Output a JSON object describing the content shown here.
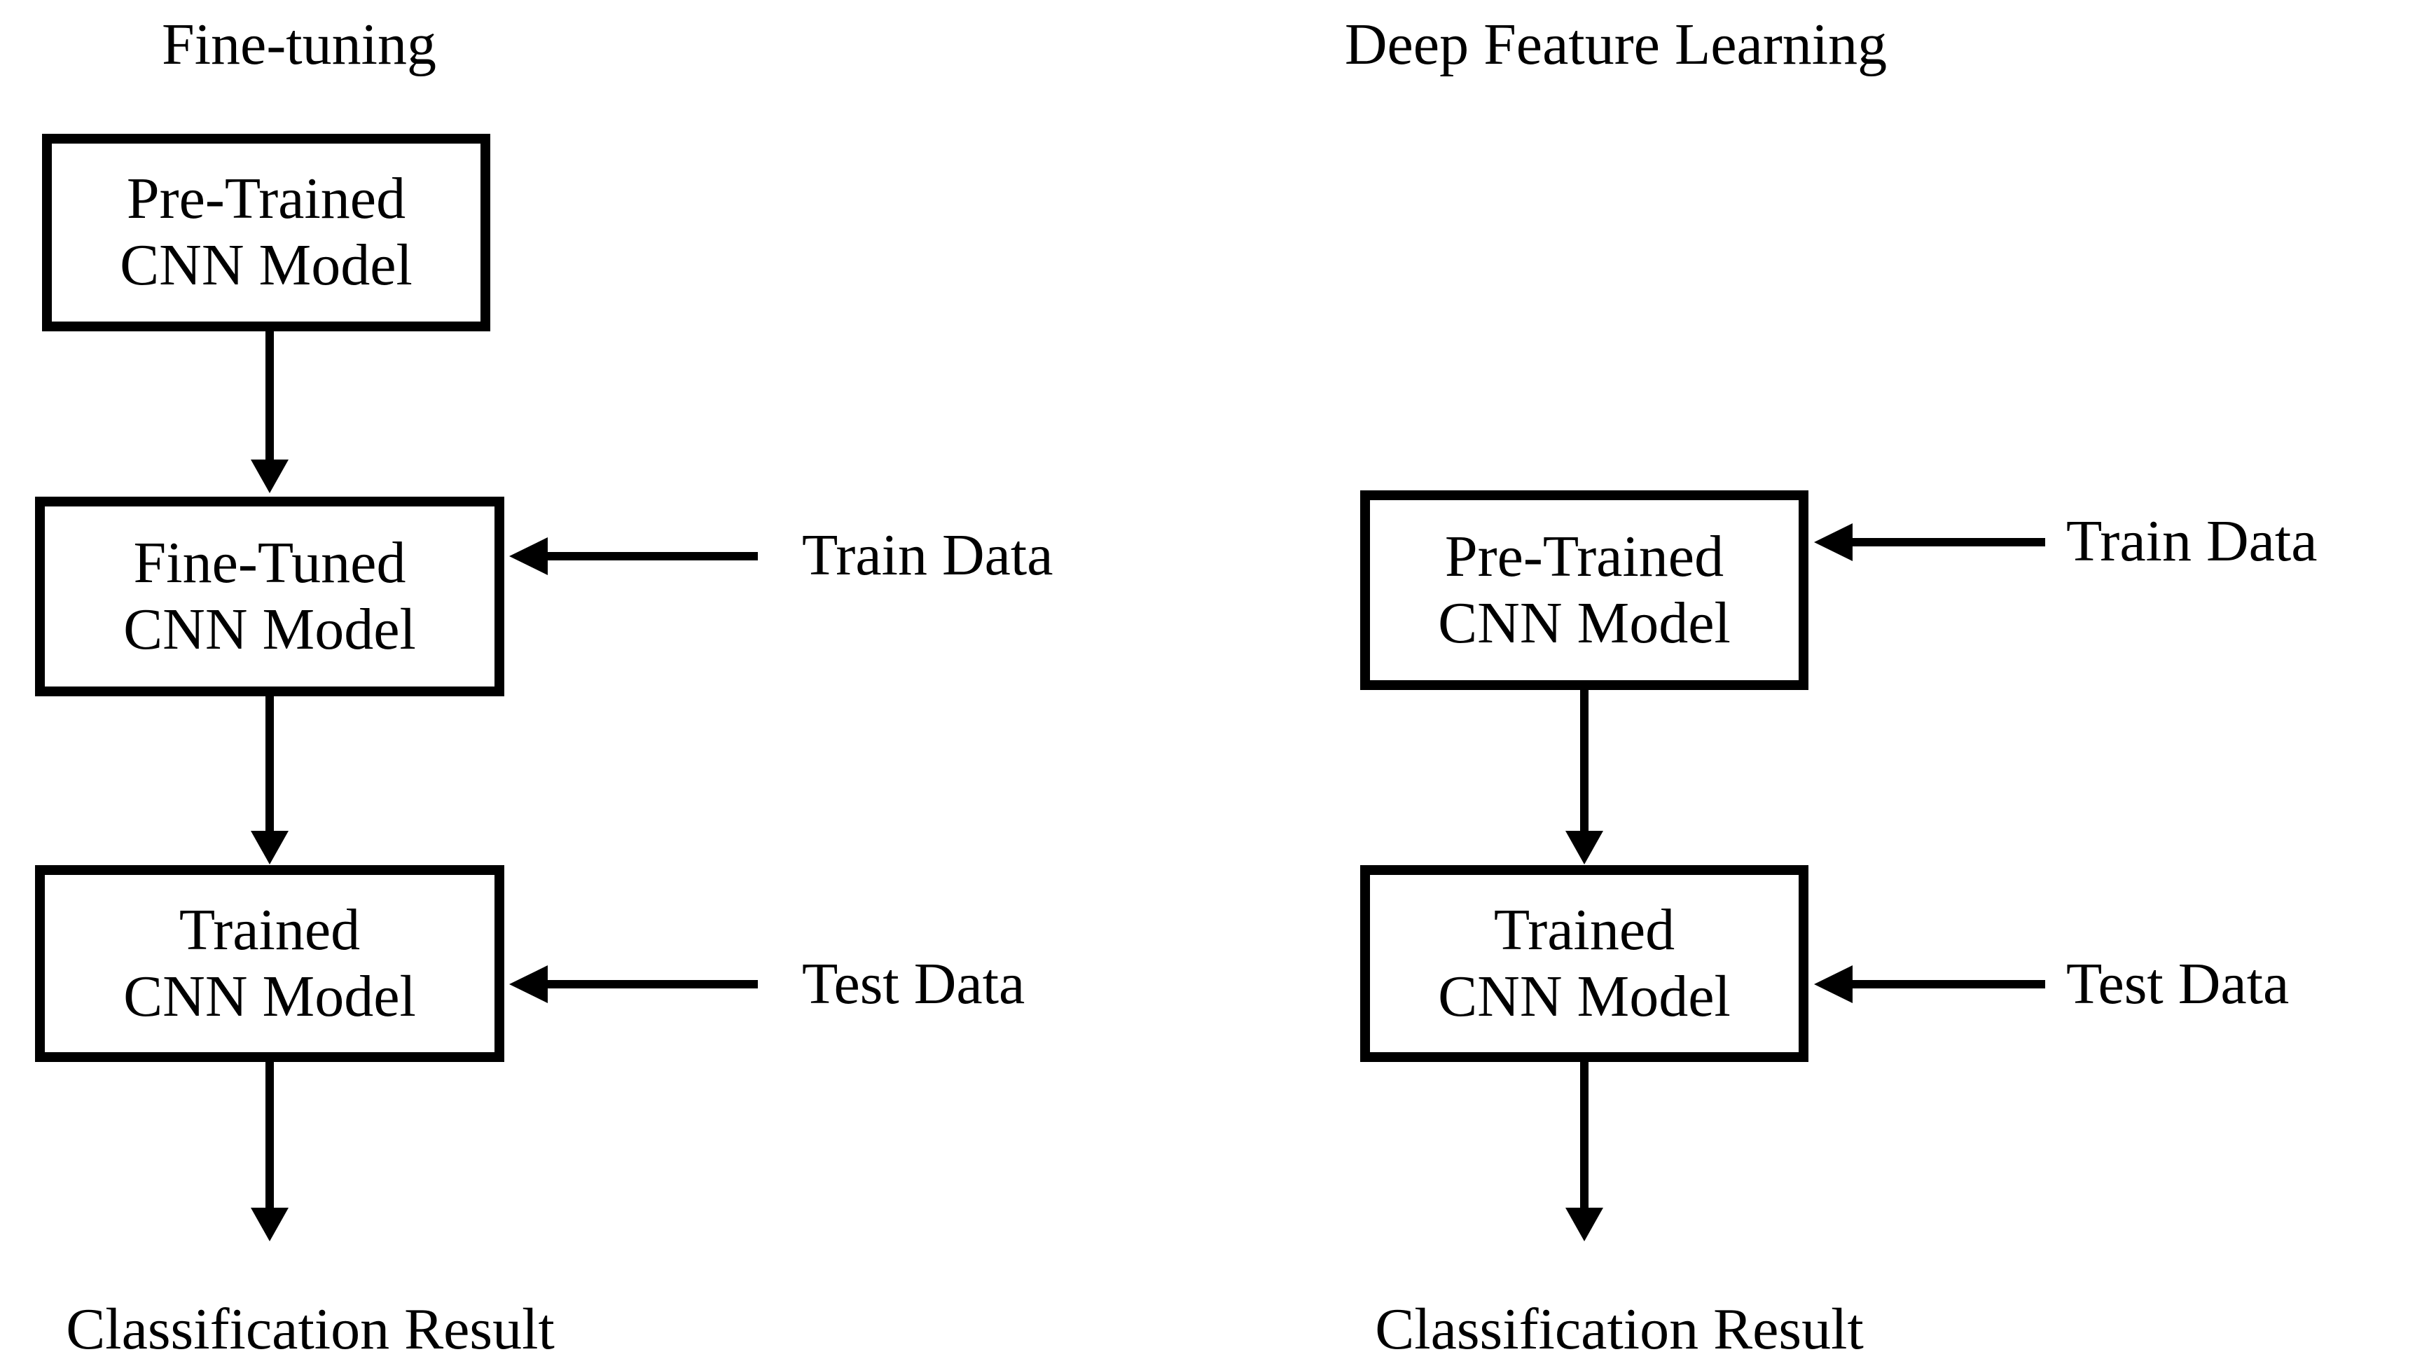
{
  "colors": {
    "ink": "#000000",
    "background": "#ffffff"
  },
  "left_flow": {
    "title": "Fine-tuning",
    "boxes": [
      {
        "line1": "Pre-Trained",
        "line2": "CNN Model"
      },
      {
        "line1": "Fine-Tuned",
        "line2": "CNN Model"
      },
      {
        "line1": "Trained",
        "line2": "CNN Model"
      }
    ],
    "inputs": [
      {
        "label": "Train Data"
      },
      {
        "label": "Test Data"
      }
    ],
    "result": "Classification Result"
  },
  "right_flow": {
    "title": "Deep Feature Learning",
    "boxes": [
      {
        "line1": "Pre-Trained",
        "line2": "CNN Model"
      },
      {
        "line1": "Trained",
        "line2": "CNN Model"
      }
    ],
    "inputs": [
      {
        "label": "Train Data"
      },
      {
        "label": "Test Data"
      }
    ],
    "result": "Classification Result"
  }
}
